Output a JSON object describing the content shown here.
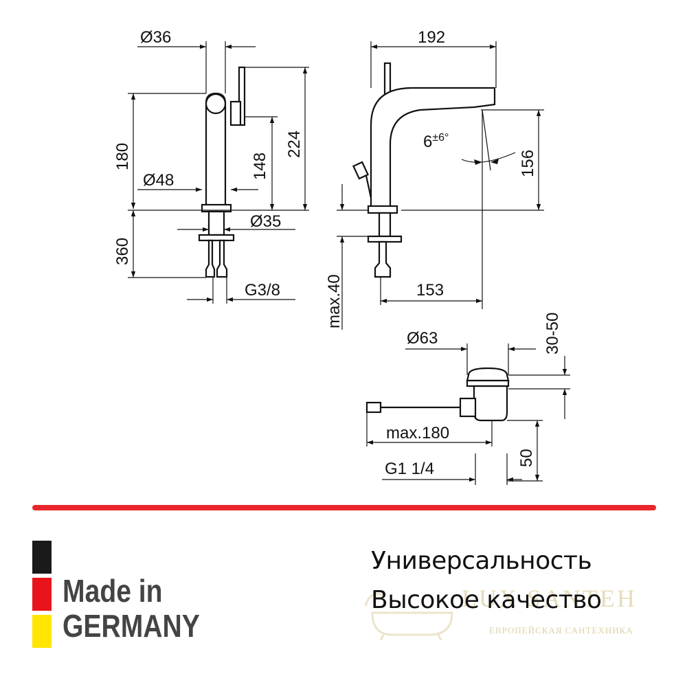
{
  "dimensions": {
    "dia36": "Ø36",
    "dia48": "Ø48",
    "dia35": "Ø35",
    "h180": "180",
    "h148": "148",
    "h224": "224",
    "h360": "360",
    "g38": "G3/8",
    "w192": "192",
    "h156": "156",
    "angle": "6",
    "angle_tol": "±6°",
    "max40": "max.40",
    "w153": "153",
    "dia63": "Ø63",
    "h3050": "30-50",
    "max180": "max.180",
    "h50": "50",
    "g114": "G1 1/4"
  },
  "footer": {
    "made_in_line1": "Made in",
    "made_in_line2": "GERMANY",
    "feature1": "Универсальность",
    "feature2": "Высокое качество",
    "flag_colors": [
      "#1a1a1a",
      "#e8141c",
      "#ffe500"
    ],
    "divider_color": "#e8262c"
  },
  "watermark": {
    "brand": "LUX SANTEH",
    "subtitle": "ЕВРОПЕЙСКАЯ САНТЕХНИКА"
  }
}
